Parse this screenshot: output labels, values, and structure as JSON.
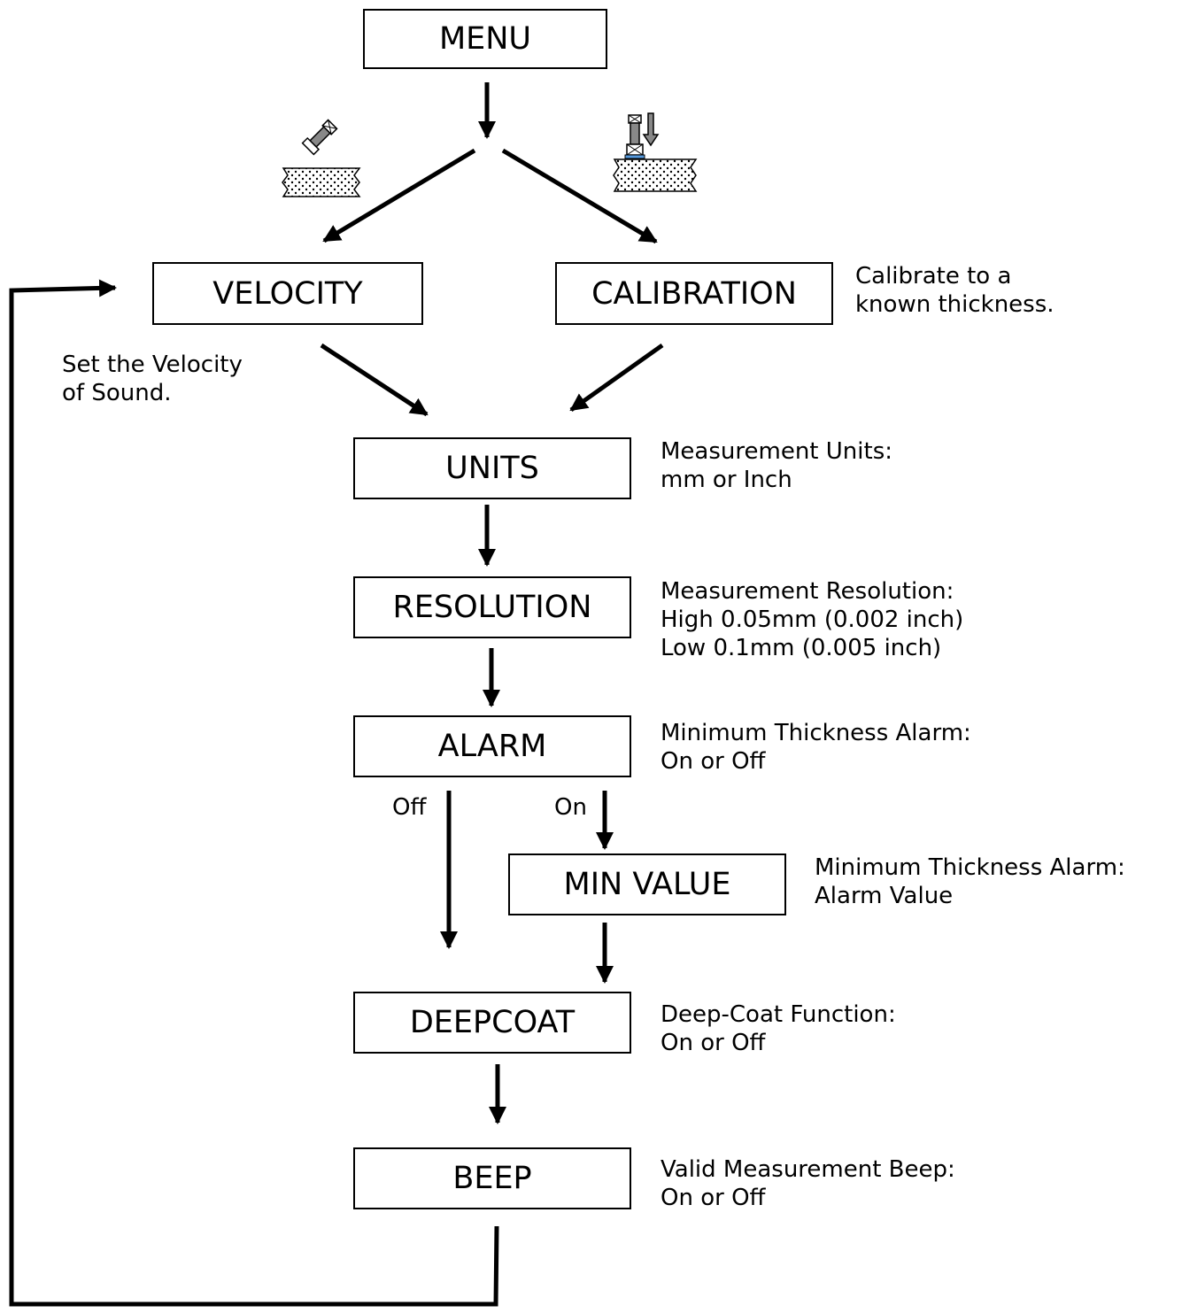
{
  "nodes": {
    "menu": "MENU",
    "velocity": "VELOCITY",
    "calibration": "CALIBRATION",
    "units": "UNITS",
    "resolution": "RESOLUTION",
    "alarm": "ALARM",
    "min_value": "MIN VALUE",
    "deepcoat": "DEEPCOAT",
    "beep": "BEEP"
  },
  "notes": {
    "velocity": [
      "Set the Velocity",
      "of Sound."
    ],
    "calibration": [
      "Calibrate to a",
      "known thickness."
    ],
    "units": [
      "Measurement Units:",
      "mm or Inch"
    ],
    "resolution": [
      "Measurement Resolution:",
      "High 0.05mm (0.002 inch)",
      "Low 0.1mm (0.005 inch)"
    ],
    "alarm": [
      "Minimum Thickness Alarm:",
      "On or Off"
    ],
    "min_value": [
      "Minimum Thickness Alarm:",
      "Alarm Value"
    ],
    "deepcoat": [
      "Deep-Coat Function:",
      "On or Off"
    ],
    "beep": [
      "Valid Measurement Beep:",
      "On or Off"
    ]
  },
  "branch_labels": {
    "off": "Off",
    "on": "On"
  },
  "icons": {
    "velocity": "angled-probe-on-material-icon",
    "calibration": "probe-pressed-on-material-icon"
  },
  "colors": {
    "stroke": "#000000",
    "background": "#ffffff"
  }
}
